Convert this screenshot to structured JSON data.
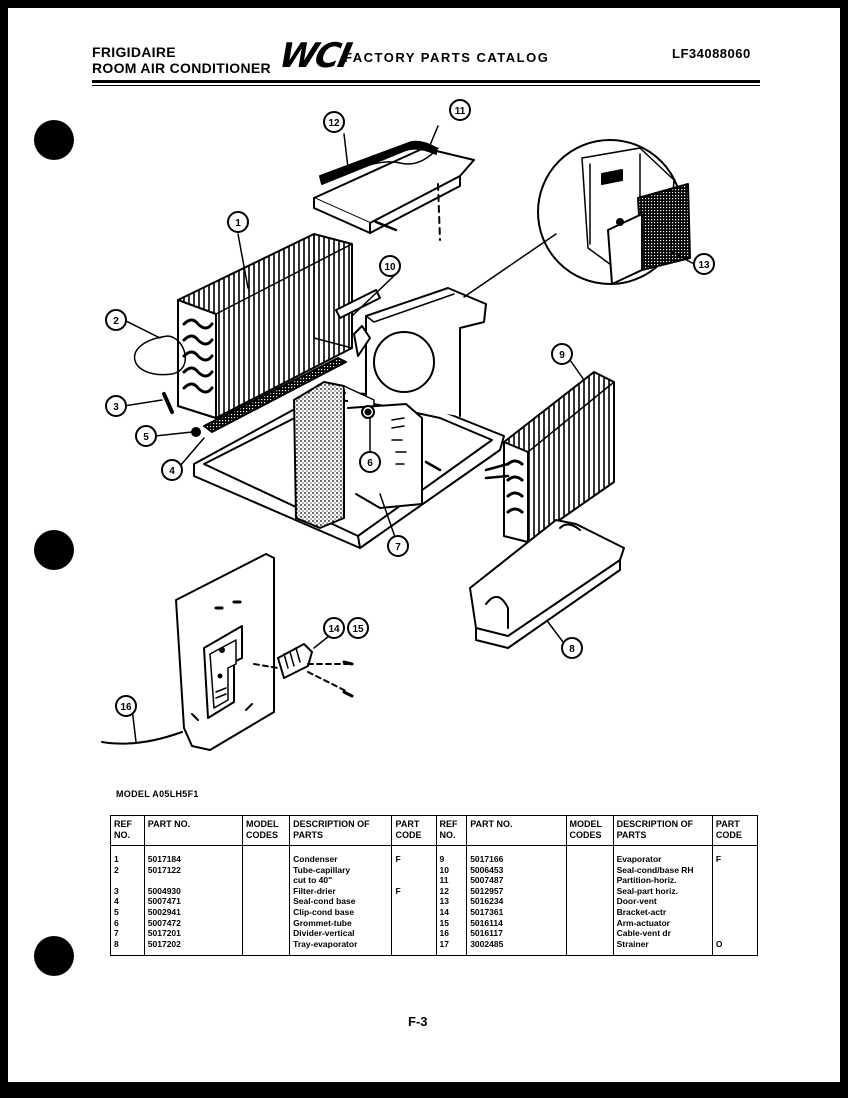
{
  "header": {
    "brand_line1": "FRIGIDAIRE",
    "brand_line2": "ROOM AIR CONDITIONER",
    "logo": "WCI",
    "catalog_title": "FACTORY PARTS CATALOG",
    "doc_id": "LF34088060"
  },
  "callouts": [
    "1",
    "2",
    "3",
    "4",
    "5",
    "6",
    "7",
    "8",
    "9",
    "10",
    "11",
    "12",
    "13",
    "14",
    "15",
    "16"
  ],
  "model_label": "MODEL A05LH5F1",
  "table": {
    "headers": {
      "ref_no": "REF NO.",
      "part_no": "PART NO.",
      "model_codes": "MODEL CODES",
      "description": "DESCRIPTION OF PARTS",
      "part_code": "PART CODE"
    },
    "rows": [
      {
        "l": {
          "ref": "1",
          "part": "5017184",
          "model": "",
          "desc": "Condenser",
          "code": "F"
        },
        "r": {
          "ref": "9",
          "part": "5017166",
          "model": "",
          "desc": "Evaporator",
          "code": "F"
        }
      },
      {
        "l": {
          "ref": "2",
          "part": "5017122",
          "model": "",
          "desc": "Tube-capillary",
          "code": ""
        },
        "r": {
          "ref": "10",
          "part": "5006453",
          "model": "",
          "desc": "Seal-cond/base RH",
          "code": ""
        }
      },
      {
        "l": {
          "ref": "",
          "part": "",
          "model": "",
          "desc": "cut to 40\"",
          "code": ""
        },
        "r": {
          "ref": "11",
          "part": "5007487",
          "model": "",
          "desc": "Partition-horiz.",
          "code": ""
        }
      },
      {
        "l": {
          "ref": "3",
          "part": "5004930",
          "model": "",
          "desc": "Filter-drier",
          "code": "F"
        },
        "r": {
          "ref": "12",
          "part": "5012957",
          "model": "",
          "desc": "Seal-part horiz.",
          "code": ""
        }
      },
      {
        "l": {
          "ref": "4",
          "part": "5007471",
          "model": "",
          "desc": "Seal-cond base",
          "code": ""
        },
        "r": {
          "ref": "13",
          "part": "5016234",
          "model": "",
          "desc": "Door-vent",
          "code": ""
        }
      },
      {
        "l": {
          "ref": "5",
          "part": "5002941",
          "model": "",
          "desc": "Clip-cond base",
          "code": ""
        },
        "r": {
          "ref": "14",
          "part": "5017361",
          "model": "",
          "desc": "Bracket-actr",
          "code": ""
        }
      },
      {
        "l": {
          "ref": "6",
          "part": "5007472",
          "model": "",
          "desc": "Grommet-tube",
          "code": ""
        },
        "r": {
          "ref": "15",
          "part": "5016114",
          "model": "",
          "desc": "Arm-actuator",
          "code": ""
        }
      },
      {
        "l": {
          "ref": "7",
          "part": "5017201",
          "model": "",
          "desc": "Divider-vertical",
          "code": ""
        },
        "r": {
          "ref": "16",
          "part": "5016117",
          "model": "",
          "desc": "Cable-vent dr",
          "code": ""
        }
      },
      {
        "l": {
          "ref": "8",
          "part": "5017202",
          "model": "",
          "desc": "Tray-evaporator",
          "code": ""
        },
        "r": {
          "ref": "17",
          "part": "3002485",
          "model": "",
          "desc": "Strainer",
          "code": "O"
        }
      }
    ]
  },
  "page_number": "F-3"
}
